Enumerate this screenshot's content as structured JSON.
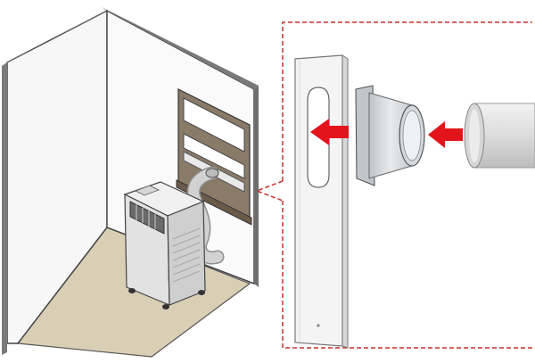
{
  "diagram": {
    "type": "installation-illustration",
    "panels": [
      {
        "name": "room-scene",
        "contents": [
          "room-corner",
          "window",
          "portable-air-conditioner",
          "exhaust-hose"
        ]
      },
      {
        "name": "detail-callout",
        "border": "dashed",
        "contents": [
          "window-slider-panel",
          "window-adapter",
          "hose-end"
        ]
      }
    ],
    "connections": [
      {
        "from": "hose-end",
        "to": "window-adapter",
        "arrow": "red"
      },
      {
        "from": "window-adapter",
        "to": "window-slider-panel",
        "arrow": "red"
      }
    ],
    "colors": {
      "wall_outline": "#444444",
      "wall_top": "#7a7a7a",
      "floor": "#d9cfb5",
      "callout_border": "#c9302c",
      "arrow": "#e3141b",
      "unit_body": "#e6e6e6",
      "unit_dark": "#6a6a6a",
      "hose": "#d2d2d2"
    }
  }
}
